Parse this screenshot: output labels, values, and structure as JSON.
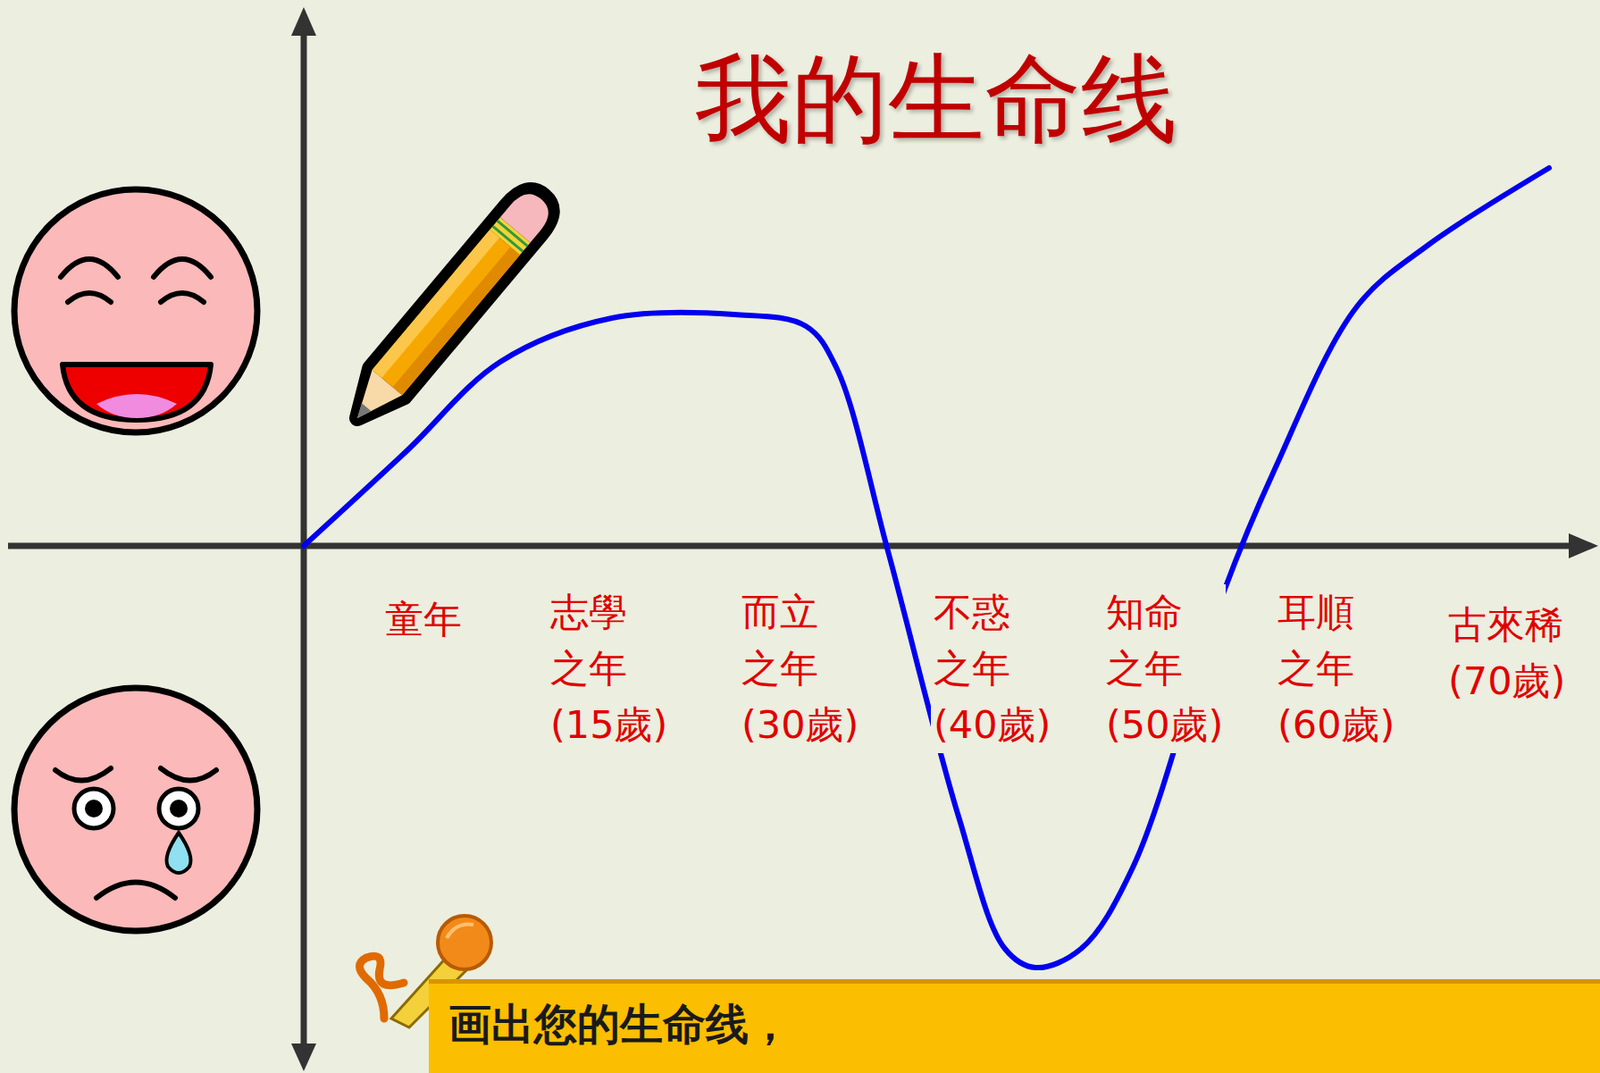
{
  "diagram": {
    "title": "我的生命线",
    "nodes": [
      {
        "text": [
          "画出您的生命线，"
        ]
      }
    ],
    "labels": [
      "童年",
      "志學 之年 (15歲)",
      "而立 之年 (30歲)",
      "不惑 之年 (40歲)",
      "知命 之年 (50歲)",
      "耳順 之年 (60歲)",
      "古來稀 (70歲)"
    ]
  }
}
